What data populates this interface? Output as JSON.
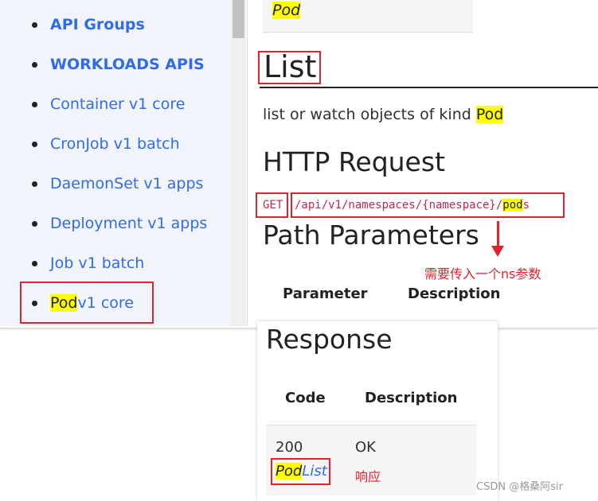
{
  "sidebar": {
    "items": [
      {
        "label": "API Groups",
        "bold": true
      },
      {
        "label": "WORKLOADS APIS",
        "bold": true
      },
      {
        "label": "Container v1 core"
      },
      {
        "label": "CronJob v1 batch"
      },
      {
        "label": "DaemonSet v1 apps"
      },
      {
        "label": "Deployment v1 apps"
      },
      {
        "label": "Job v1 batch"
      },
      {
        "label_highlight": "Pod",
        "label_rest": " v1 core"
      }
    ]
  },
  "main": {
    "top_cell": "Pod",
    "list_heading": "List",
    "description_prefix": "list or watch objects of kind ",
    "description_kind": "Pod",
    "http_heading": "HTTP Request",
    "request": {
      "method": "GET",
      "path_prefix": "/api/v1/namespaces/{namespace}/",
      "path_highlight": "pod",
      "path_suffix": "s"
    },
    "path_params_heading": "Path Parameters",
    "params_table": {
      "col1": "Parameter",
      "col2": "Description"
    }
  },
  "annotations": {
    "namespace_note": "需要传入一个ns参数",
    "response_note": "响应"
  },
  "response": {
    "heading": "Response",
    "col1": "Code",
    "col2": "Description",
    "row": {
      "code": "200",
      "description": "OK",
      "type_highlight": "Pod",
      "type_rest": "List"
    }
  },
  "colors": {
    "link": "#326ce5",
    "highlight": "#ffff00",
    "annotation": "#e0232e"
  },
  "watermark": "CSDN @格桑阿sir"
}
